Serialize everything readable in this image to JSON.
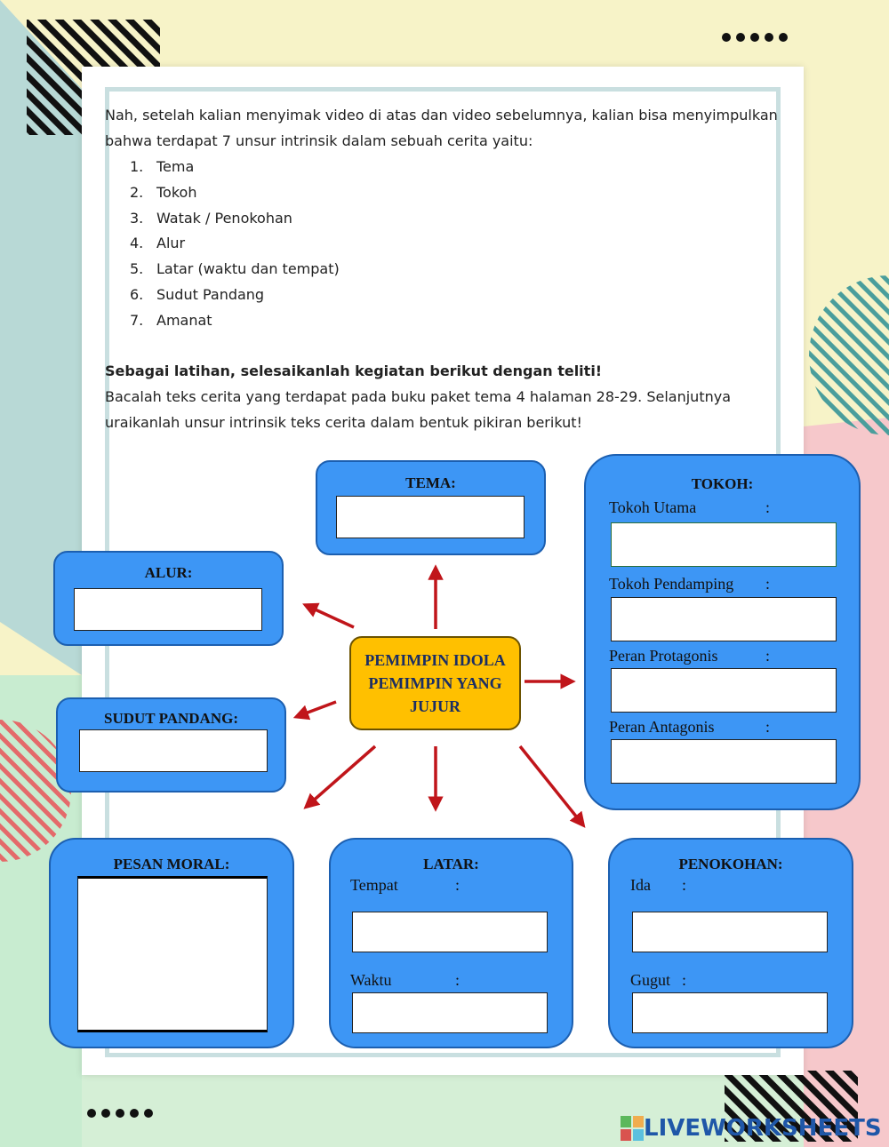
{
  "intro": {
    "line1": "Nah, setelah kalian menyimak video di atas dan video sebelumnya, kalian bisa menyimpulkan",
    "line2": "bahwa terdapat 7 unsur intrinsik dalam sebuah cerita yaitu:"
  },
  "list": [
    {
      "num": "1.",
      "label": "Tema"
    },
    {
      "num": "2.",
      "label": "Tokoh"
    },
    {
      "num": "3.",
      "label": "Watak / Penokohan"
    },
    {
      "num": "4.",
      "label": "Alur"
    },
    {
      "num": "5.",
      "label": "Latar (waktu dan tempat)"
    },
    {
      "num": "6.",
      "label": "Sudut Pandang"
    },
    {
      "num": "7.",
      "label": "Amanat"
    }
  ],
  "exercise": {
    "heading": "Sebagai latihan, selesaikanlah kegiatan berikut dengan teliti!",
    "line1": "Bacalah teks cerita yang terdapat pada buku paket tema 4 halaman 28-29. Selanjutnya",
    "line2": "uraikanlah unsur intrinsik teks cerita dalam bentuk pikiran berikut!"
  },
  "center": {
    "line1": "PEMIMPIN IDOLA",
    "line2": "PEMIMPIN YANG",
    "line3": "JUJUR"
  },
  "boxes": {
    "tema": {
      "title": "TEMA:",
      "value": ""
    },
    "alur": {
      "title": "ALUR:",
      "value": ""
    },
    "sudut": {
      "title": "SUDUT PANDANG:",
      "value": ""
    },
    "pesan": {
      "title": "PESAN MORAL:",
      "value": ""
    },
    "tokoh": {
      "title": "TOKOH:",
      "utama_label": "Tokoh Utama",
      "pendamping_label": "Tokoh Pendamping",
      "protagonis_label": "Peran Protagonis",
      "antagonis_label": "Peran Antagonis",
      "colon": ":"
    },
    "latar": {
      "title": "LATAR:",
      "tempat_label": "Tempat",
      "waktu_label": "Waktu",
      "colon": ":"
    },
    "penokohan": {
      "title": "PENOKOHAN:",
      "ida_label": "Ida",
      "gugut_label": "Gugut",
      "colon": ":"
    }
  },
  "footer": {
    "brand": "LIVEWORKSHEETS"
  },
  "colors": {
    "box": "#3d96f5",
    "center": "#ffc000",
    "arrow": "#c0151a"
  }
}
